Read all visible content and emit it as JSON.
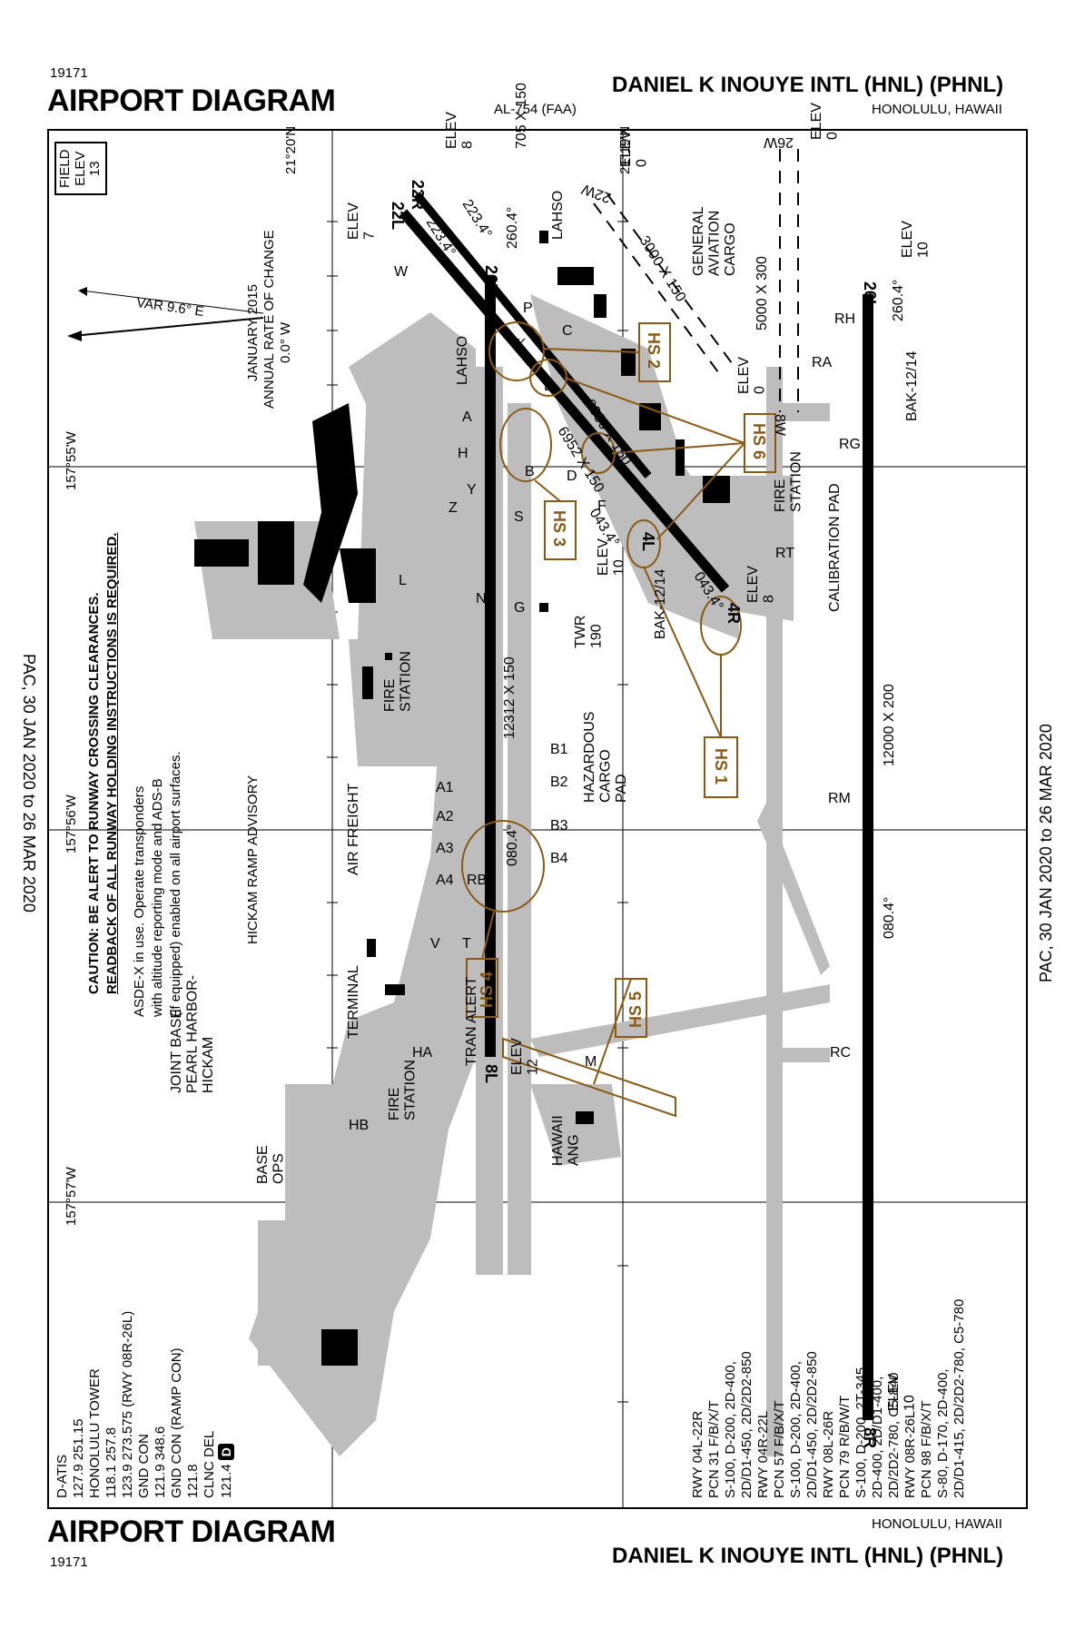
{
  "header": {
    "id_top": "19171",
    "title_top": "AIRPORT DIAGRAM",
    "airport_name": "DANIEL K INOUYE INTL (HNL) (PHNL)",
    "al_number": "AL-754 (FAA)",
    "city": "HONOLULU, HAWAII"
  },
  "footer": {
    "id_bottom": "19171",
    "title_bottom": "AIRPORT DIAGRAM",
    "airport_name": "DANIEL K INOUYE INTL (HNL) (PHNL)",
    "city": "HONOLULU, HAWAII"
  },
  "validity": {
    "left": "PAC, 30 JAN 2020 to 26 MAR 2020",
    "right": "PAC, 30 JAN 2020 to 26 MAR 2020"
  },
  "field_elev": {
    "line1": "FIELD",
    "line2": "ELEV",
    "line3": "13"
  },
  "grid": {
    "lat_top_left": "21°20'N",
    "lat_top_right": "21°19'N",
    "lon_1": "157°55'W",
    "lon_2": "157°56'W",
    "lon_3": "157°57'W"
  },
  "variation": {
    "var": "VAR 9.6° E",
    "annual_1": "JANUARY 2015",
    "annual_2": "ANNUAL RATE OF CHANGE",
    "annual_3": "0.0° W"
  },
  "cautions": {
    "caution_1": "CAUTION: BE ALERT TO RUNWAY CROSSING CLEARANCES.",
    "caution_2": "READBACK OF ALL RUNWAY HOLDING INSTRUCTIONS IS REQUIRED.",
    "asde_1": "ASDE-X in use. Operate transponders",
    "asde_2": "with altitude reporting mode and ADS-B",
    "asde_3": "(if equipped) enabled on all airport surfaces.",
    "hickam": "HICKAM RAMP ADVISORY"
  },
  "frequencies": {
    "lines": [
      "D-ATIS",
      "127.9 251.15",
      "HONOLULU TOWER",
      "118.1 257.8",
      "123.9 273.575 (RWY 08R-26L)",
      "GND CON",
      "121.9 348.6",
      "GND CON (RAMP CON)",
      "121.8",
      "CLNC DEL",
      "121.4"
    ],
    "d_symbol": "D"
  },
  "runway_info": {
    "lines": [
      "RWY 04L-22R",
      "PCN 31 F/B/X/T",
      "S-100, D-200, 2D-400,",
      "2D/D1-450, 2D/2D2-850",
      "RWY 04R-22L",
      "PCN 57 F/B/X/T",
      "S-100, D-200, 2D-400,",
      "2D/D1-450, 2D/2D2-850",
      "RWY 08L-26R",
      "PCN 79 R/B/W/T",
      "S-100, D-200, 2T-345,",
      "2D-400, 2D/D1-400,",
      "2D/2D2-780, C5-840",
      "RWY 08R-26L",
      "PCN 98 F/B/X/T",
      "S-80, D-170, 2D-400,",
      "2D/D1-415, 2D/2D2-780, C5-780"
    ]
  },
  "map_labels": {
    "rwy_26r": "26R",
    "rwy_8l": "8L",
    "rwy_26l": "26L",
    "rwy_8r": "8R",
    "rwy_22l": "22L",
    "rwy_22r": "22R",
    "rwy_4r": "4R",
    "rwy_4l": "4L",
    "rwy_26w": "26W",
    "rwy_8w": "8W",
    "rwy_22w": "22W",
    "dim_705": "705 X 150",
    "dim_12312": "12312 X 150",
    "dim_12000": "12000 X 200",
    "dim_9000": "9000 X 150",
    "dim_6952": "6952 X 150",
    "dim_3000": "3000 X 150",
    "dim_5000": "5000 X 300",
    "hdg_260_a": "260.4°",
    "hdg_260_b": "260.4°",
    "hdg_080_a": "080.4°",
    "hdg_080_b": "080.4°",
    "hdg_223_a": "223.4°",
    "hdg_223_b": "223.4°",
    "hdg_043_a": "043.4°",
    "hdg_043_b": "043.4°",
    "elev_8": "ELEV\n8",
    "elev_7": "ELEV\n7",
    "elev_0_a": "ELEV\n0",
    "elev_0_b": "ELEV\n0",
    "elev_0_c": "ELEV\n0",
    "elev_10_a": "ELEV\n10",
    "elev_10_b": "ELEV\n10",
    "elev_10_c": "ELEV\n10",
    "elev_8_b": "ELEV\n8",
    "elev_12": "ELEV\n12",
    "lahso_1": "LAHSO",
    "lahso_2": "LAHSO",
    "bak_1": "BAK-12/14",
    "bak_2": "BAK-12/14",
    "general_aviation": "GENERAL\nAVIATION\nCARGO",
    "fire_station_1": "FIRE\nSTATION",
    "fire_station_2": "FIRE\nSTATION",
    "fire_station_3": "FIRE\nSTATION",
    "calibration_pad": "CALIBRATION PAD",
    "twr": "TWR\n190",
    "hazardous": "HAZARDOUS\nCARGO\nPAD",
    "air_freight": "AIR FREIGHT",
    "terminal": "TERMINAL",
    "tran_alert": "TRAN ALERT",
    "hawaii_ang": "HAWAII\nANG",
    "base_ops": "BASE\nOPS",
    "jbphh": "JOINT BASE\nPEARL HARBOR-\nHICKAM",
    "hs1": "HS 1",
    "hs2": "HS 2",
    "hs3": "HS 3",
    "hs4": "HS 4",
    "hs5": "HS 5",
    "hs6": "HS 6",
    "tw_a": "A",
    "tw_b": "B",
    "tw_c": "C",
    "tw_d": "D",
    "tw_e": "E",
    "tw_f": "F",
    "tw_g": "G",
    "tw_h": "H",
    "tw_k": "K",
    "tw_l": "L",
    "tw_n": "N",
    "tw_p": "P",
    "tw_s": "S",
    "tw_t": "T",
    "tw_v": "V",
    "tw_w": "W",
    "tw_y": "Y",
    "tw_z": "Z",
    "tw_a1": "A1",
    "tw_a2": "A2",
    "tw_a3": "A3",
    "tw_a4": "A4",
    "tw_b1": "B1",
    "tw_b2": "B2",
    "tw_b3": "B3",
    "tw_b4": "B4",
    "tw_rb": "RB",
    "tw_rc": "RC",
    "tw_ra": "RA",
    "tw_rh": "RH",
    "tw_rg": "RG",
    "tw_rt": "RT",
    "tw_rm": "RM",
    "tw_ha": "HA",
    "tw_hb": "HB",
    "tw_m": "M"
  },
  "colors": {
    "hotspot": "#8a5a14",
    "pavement": "#bdbdbd",
    "runway": "#000000"
  }
}
